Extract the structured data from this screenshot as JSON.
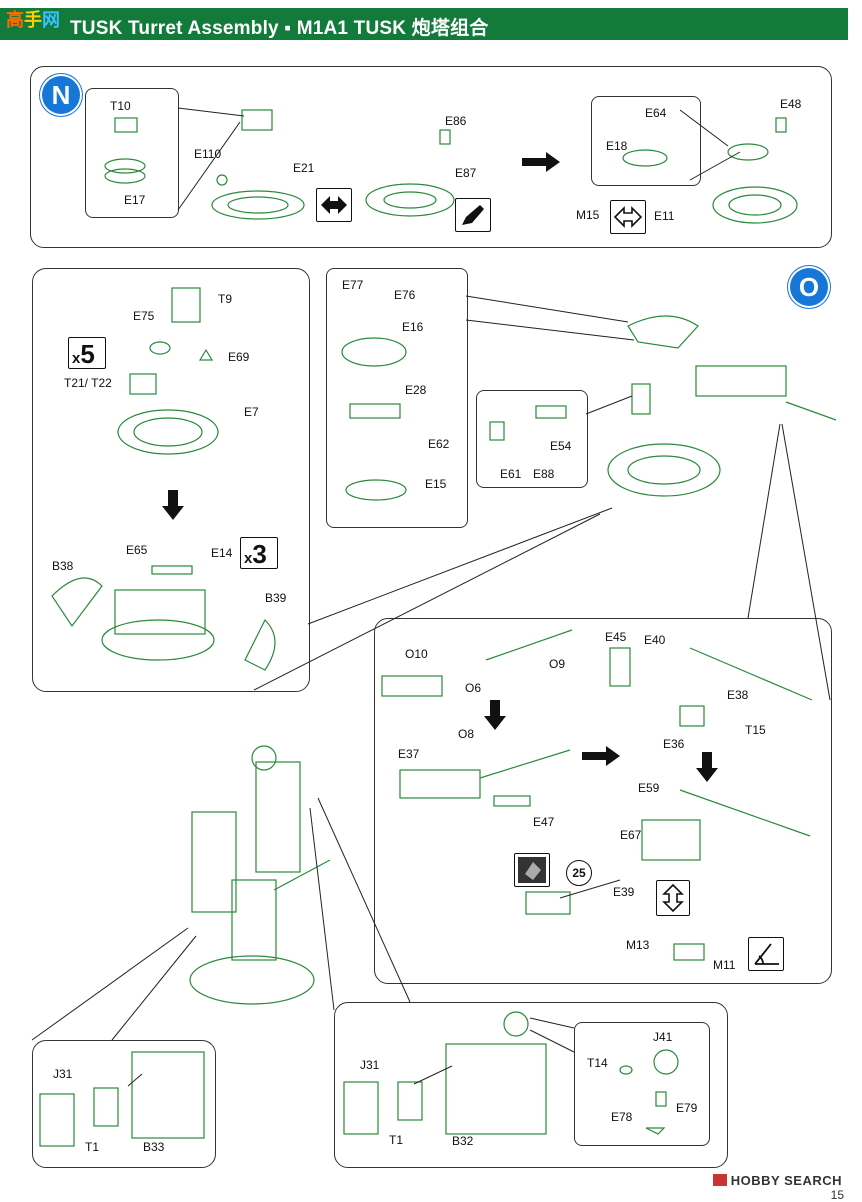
{
  "header": {
    "title": "TUSK Turret Assembly ▪ M1A1 TUSK 炮塔组合",
    "bar_color": "#127a3a"
  },
  "steps": {
    "n": "N",
    "o": "O",
    "color": "#1677d8"
  },
  "multipliers": {
    "x5": "5",
    "x3": "3",
    "x_char": "x"
  },
  "callout_number": "25",
  "part_labels": {
    "T10": "T10",
    "E17": "E17",
    "E110": "E110",
    "E21": "E21",
    "E86": "E86",
    "E87": "E87",
    "E64": "E64",
    "E18": "E18",
    "E48": "E48",
    "M15": "M15",
    "E11": "E11",
    "T9": "T9",
    "E75": "E75",
    "E69": "E69",
    "T21_T22": "T21/ T22",
    "E7": "E7",
    "E65": "E65",
    "E14": "E14",
    "B38": "B38",
    "B39": "B39",
    "E77": "E77",
    "E76": "E76",
    "E16": "E16",
    "E28": "E28",
    "E62": "E62",
    "E15": "E15",
    "E54": "E54",
    "E61": "E61",
    "E88": "E88",
    "O10": "O10",
    "O6": "O6",
    "O9": "O9",
    "O8": "O8",
    "E37": "E37",
    "E47": "E47",
    "E45": "E45",
    "E40": "E40",
    "E38": "E38",
    "E36": "E36",
    "T15": "T15",
    "E59": "E59",
    "E67": "E67",
    "E39": "E39",
    "M13": "M13",
    "M11": "M11",
    "J31a": "J31",
    "T1a": "T1",
    "B33": "B33",
    "J31b": "J31",
    "T1b": "T1",
    "B32": "B32",
    "J41": "J41",
    "T14": "T14",
    "E79": "E79",
    "E78": "E78"
  },
  "footer": {
    "brand": "HOBBY SEARCH",
    "page": "15"
  }
}
